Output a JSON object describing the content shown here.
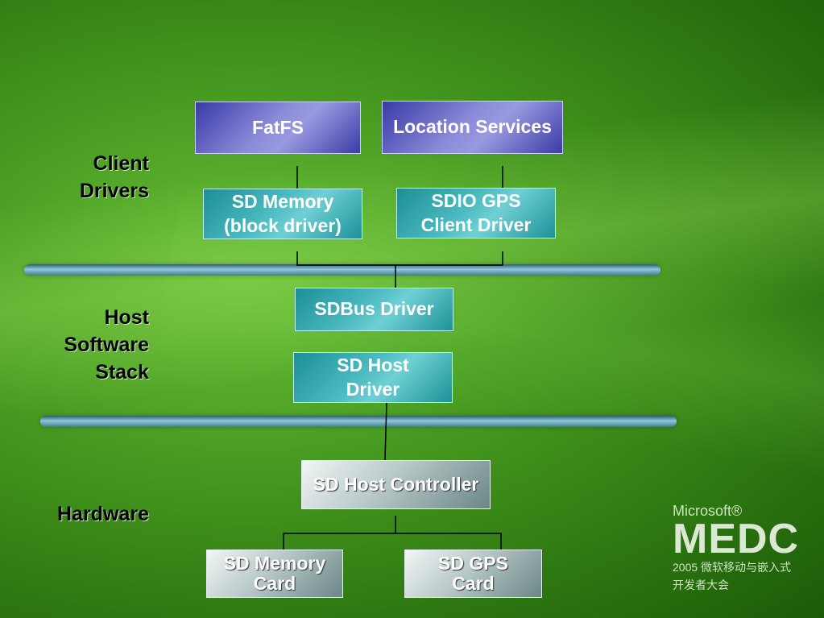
{
  "labels": {
    "client": [
      "Client",
      "Drivers"
    ],
    "host": [
      "Host",
      "Software",
      "Stack"
    ],
    "hardware": [
      "Hardware"
    ]
  },
  "boxes": {
    "fatfs": [
      "FatFS"
    ],
    "location": [
      "Location Services"
    ],
    "sd_memory_driver": [
      "SD Memory",
      "(block driver)"
    ],
    "sdio_gps": [
      "SDIO GPS",
      "Client Driver"
    ],
    "sdbus": [
      "SDBus Driver"
    ],
    "sd_host_driver": [
      "SD Host",
      "Driver"
    ],
    "sd_host_controller": [
      "SD Host Controller"
    ],
    "sd_memory_card": [
      "SD Memory",
      "Card"
    ],
    "sd_gps_card": [
      "SD GPS",
      "Card"
    ]
  },
  "logo": {
    "brand": "Microsoft®",
    "name": "MEDC",
    "line1": "2005 微软移动与嵌入式",
    "line2": "开发者大会"
  }
}
